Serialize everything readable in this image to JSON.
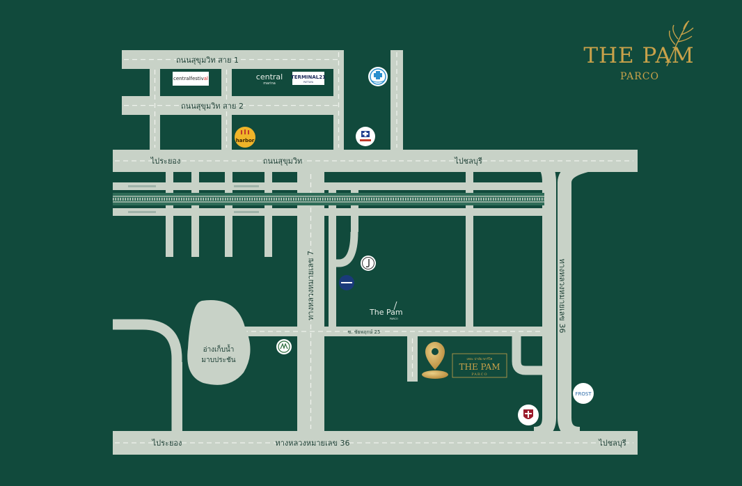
{
  "brand": {
    "title_a": "THE PA",
    "title_b": "M",
    "subtitle": "PARCO",
    "gold": "#c9a24a"
  },
  "colors": {
    "background": "#114a3c",
    "road": "#c8d2c7",
    "road_line": "#eef2ec",
    "rail": "#2e6b57"
  },
  "roads": {
    "sukhumvit_sai_1": "ถนนสุขุมวิท สาย 1",
    "sukhumvit_sai_2": "ถนนสุขุมวิท สาย 2",
    "sukhumvit": "ถนนสุขุมวิท",
    "to_rayong_top": "ไประยอง",
    "to_chonburi_top": "ไปชลบุรี",
    "highway_7": "ทางหลวงหมายเลข 7",
    "highway_36_vertical": "ทางหลวงหมายเลข 36",
    "highway_36_bottom": "ทางหลวงหมายเลข 36",
    "to_rayong_bottom": "ไประยอง",
    "to_chonburi_bottom": "ไปชลบุรี",
    "soi_chaiyaphruek_25": "ซ. ชัยพฤกษ์ 25"
  },
  "lake": {
    "line1": "อ่างเก็บน้ำ",
    "line2": "มาบประชัน"
  },
  "landmarks": {
    "central_festival_a": "centralfestiv",
    "central_festival_b": "al",
    "central_marina_a": "central",
    "central_marina_b": "marina",
    "terminal21_a": "TERMINAL21",
    "terminal21_b": "PATTAYA",
    "harbor": "harbor",
    "frost": "FROST",
    "nearby_project": "The Pa",
    "nearby_project_m": "m",
    "nearby_project_sub": "PARCO"
  },
  "project_badge": {
    "thai_line": "เดอะ ปาล์ม พาร์โค",
    "title_a": "THE PA",
    "title_b": "M",
    "subtitle": "PARCO"
  },
  "icons": {
    "hospital_1": "hospital-cross-icon",
    "hospital_2": "bangkok-hospital-icon",
    "school": "school-crest-icon",
    "pin": "location-pin-icon"
  }
}
